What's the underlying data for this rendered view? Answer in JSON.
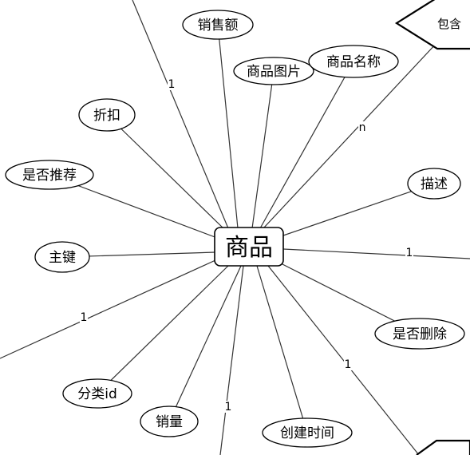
{
  "entity": {
    "label": "商品"
  },
  "relationship": {
    "label": "包含"
  },
  "attributes": [
    {
      "id": "sales-amount",
      "label": "销售额"
    },
    {
      "id": "product-image",
      "label": "商品图片"
    },
    {
      "id": "product-name",
      "label": "商品名称"
    },
    {
      "id": "discount",
      "label": "折扣"
    },
    {
      "id": "is-recommended",
      "label": "是否推荐"
    },
    {
      "id": "description",
      "label": "描述"
    },
    {
      "id": "primary-key",
      "label": "主键"
    },
    {
      "id": "is-deleted",
      "label": "是否删除"
    },
    {
      "id": "category-id",
      "label": "分类id"
    },
    {
      "id": "sales-volume",
      "label": "销量"
    },
    {
      "id": "created-time",
      "label": "创建时间"
    }
  ],
  "cardinalities": [
    {
      "id": "top-left-line",
      "label": "1"
    },
    {
      "id": "include-line",
      "label": "n"
    },
    {
      "id": "right-line",
      "label": "1"
    },
    {
      "id": "left-bottom-line",
      "label": "1"
    },
    {
      "id": "bottom-right-line",
      "label": "1"
    },
    {
      "id": "bottom-line",
      "label": "1"
    }
  ]
}
